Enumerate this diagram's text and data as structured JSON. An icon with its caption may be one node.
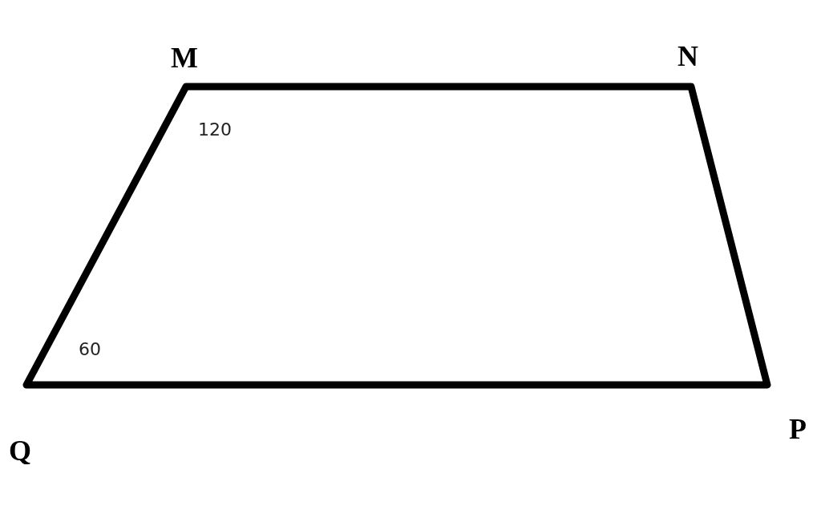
{
  "diagram": {
    "labels": [
      "M",
      "N",
      "120",
      "60",
      "Q",
      "P"
    ]
  }
}
